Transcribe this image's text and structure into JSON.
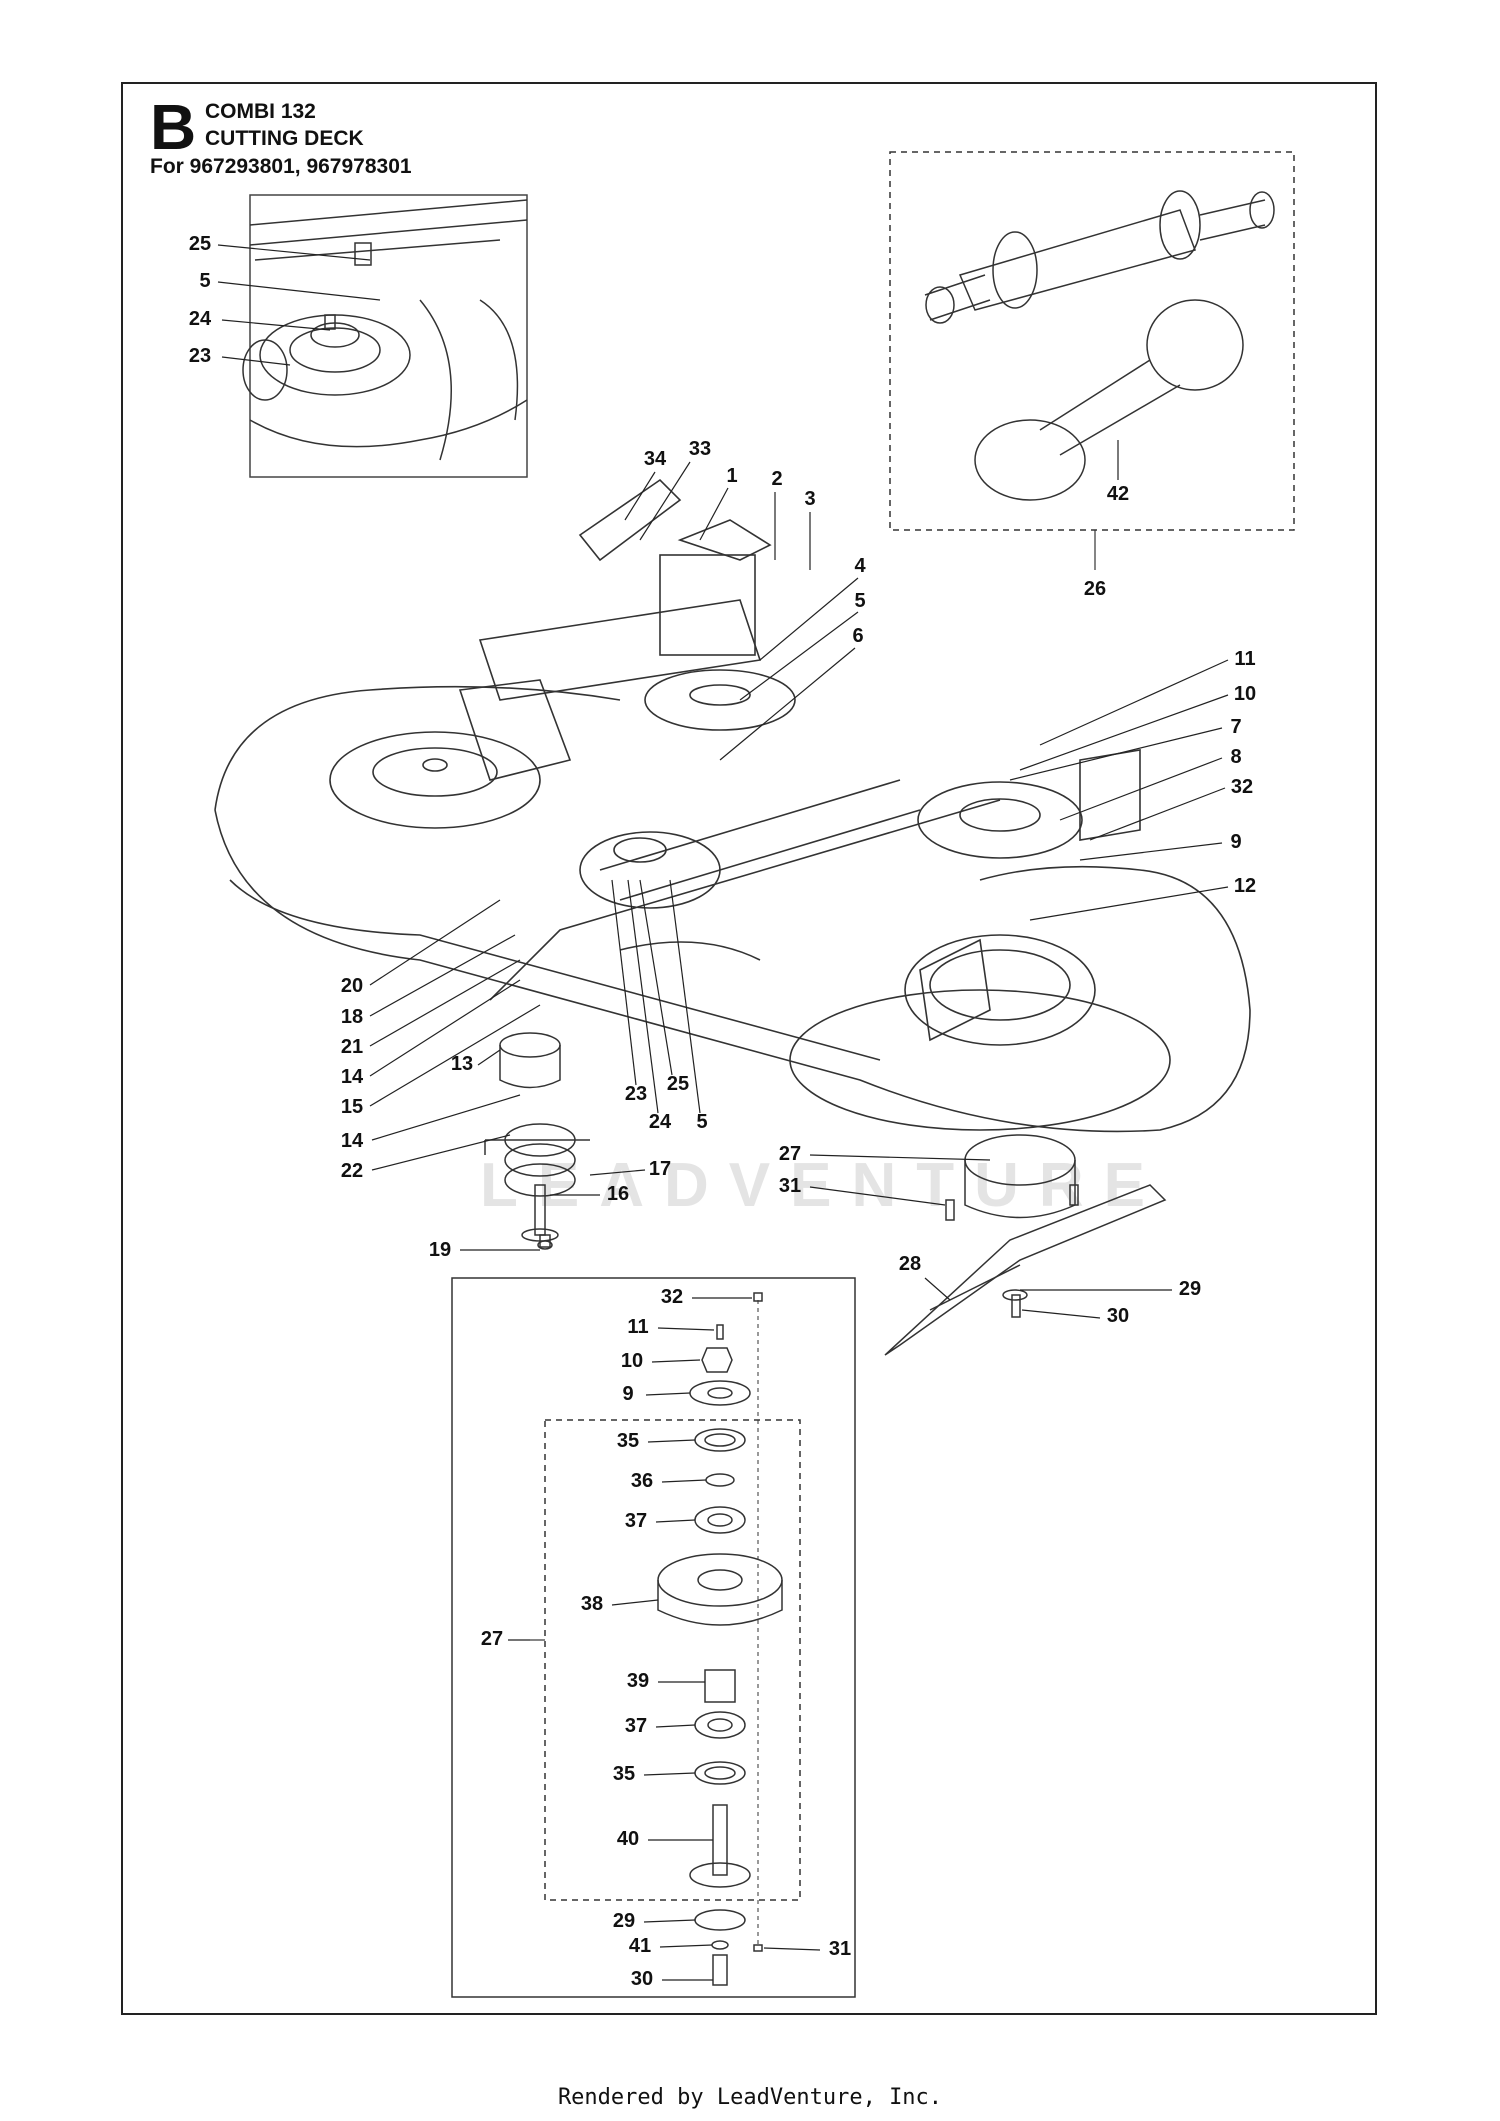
{
  "header": {
    "letter": "B",
    "model": "COMBI 132",
    "title": "CUTTING DECK",
    "for_line": "For 967293801, 967978301"
  },
  "watermark": "LEADVENTURE",
  "footer": "Rendered by LeadVenture, Inc.",
  "callouts": [
    {
      "id": "c25a",
      "label": "25"
    },
    {
      "id": "c5a",
      "label": "5"
    },
    {
      "id": "c24a",
      "label": "24"
    },
    {
      "id": "c23a",
      "label": "23"
    },
    {
      "id": "c34",
      "label": "34"
    },
    {
      "id": "c33",
      "label": "33"
    },
    {
      "id": "c1",
      "label": "1"
    },
    {
      "id": "c2",
      "label": "2"
    },
    {
      "id": "c3",
      "label": "3"
    },
    {
      "id": "c4",
      "label": "4"
    },
    {
      "id": "c5b",
      "label": "5"
    },
    {
      "id": "c6",
      "label": "6"
    },
    {
      "id": "c11a",
      "label": "11"
    },
    {
      "id": "c10a",
      "label": "10"
    },
    {
      "id": "c7",
      "label": "7"
    },
    {
      "id": "c8",
      "label": "8"
    },
    {
      "id": "c32a",
      "label": "32"
    },
    {
      "id": "c9a",
      "label": "9"
    },
    {
      "id": "c12",
      "label": "12"
    },
    {
      "id": "c42",
      "label": "42"
    },
    {
      "id": "c26",
      "label": "26"
    },
    {
      "id": "c20",
      "label": "20"
    },
    {
      "id": "c18",
      "label": "18"
    },
    {
      "id": "c21",
      "label": "21"
    },
    {
      "id": "c14a",
      "label": "14"
    },
    {
      "id": "c15",
      "label": "15"
    },
    {
      "id": "c13",
      "label": "13"
    },
    {
      "id": "c23b",
      "label": "23"
    },
    {
      "id": "c25b",
      "label": "25"
    },
    {
      "id": "c24b",
      "label": "24"
    },
    {
      "id": "c5c",
      "label": "5"
    },
    {
      "id": "c14b",
      "label": "14"
    },
    {
      "id": "c22",
      "label": "22"
    },
    {
      "id": "c17",
      "label": "17"
    },
    {
      "id": "c16",
      "label": "16"
    },
    {
      "id": "c19",
      "label": "19"
    },
    {
      "id": "c27a",
      "label": "27"
    },
    {
      "id": "c31a",
      "label": "31"
    },
    {
      "id": "c28",
      "label": "28"
    },
    {
      "id": "c29a",
      "label": "29"
    },
    {
      "id": "c30a",
      "label": "30"
    },
    {
      "id": "c32b",
      "label": "32"
    },
    {
      "id": "c11b",
      "label": "11"
    },
    {
      "id": "c10b",
      "label": "10"
    },
    {
      "id": "c9b",
      "label": "9"
    },
    {
      "id": "c35a",
      "label": "35"
    },
    {
      "id": "c36",
      "label": "36"
    },
    {
      "id": "c37a",
      "label": "37"
    },
    {
      "id": "c38",
      "label": "38"
    },
    {
      "id": "c27b",
      "label": "27"
    },
    {
      "id": "c39",
      "label": "39"
    },
    {
      "id": "c37b",
      "label": "37"
    },
    {
      "id": "c35b",
      "label": "35"
    },
    {
      "id": "c40",
      "label": "40"
    },
    {
      "id": "c29b",
      "label": "29"
    },
    {
      "id": "c41",
      "label": "41"
    },
    {
      "id": "c31b",
      "label": "31"
    },
    {
      "id": "c30b",
      "label": "30"
    }
  ]
}
